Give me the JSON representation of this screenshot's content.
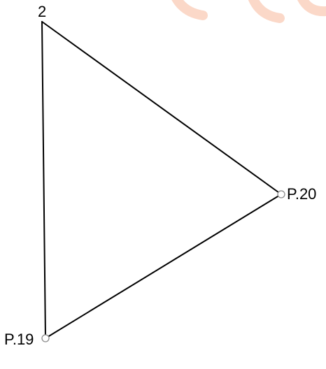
{
  "diagram": {
    "labels": {
      "top": "2",
      "right": "P.20",
      "bottom": "P.19"
    },
    "colors": {
      "edge": "#000000",
      "marker_stroke": "#8a8a8a",
      "watermark": "#fbd8c8",
      "background": "#ffffff"
    }
  }
}
